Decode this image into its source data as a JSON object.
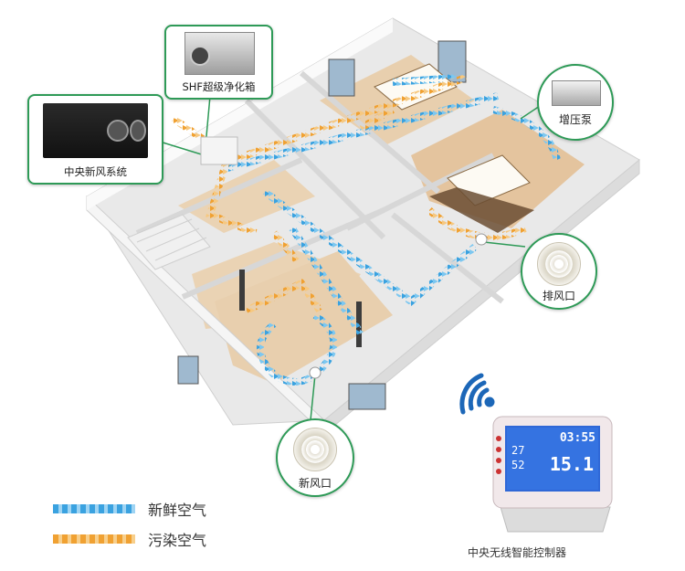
{
  "labels": {
    "hrv_unit": "中央新风系统",
    "purifier_box": "SHF超级净化箱",
    "booster_pump": "增压泵",
    "exhaust_vent": "排风口",
    "fresh_vent": "新风口",
    "controller": "中央无线智能控制器"
  },
  "legend": {
    "fresh_air": "新鲜空气",
    "polluted_air": "污染空气"
  },
  "screen": {
    "time": "03:55",
    "temp": "27",
    "humidity": "52",
    "value": "15.1"
  },
  "colors": {
    "fresh_air": "#3aa2e0",
    "polluted_air": "#f0a132",
    "accent_green": "#2e9a57"
  }
}
